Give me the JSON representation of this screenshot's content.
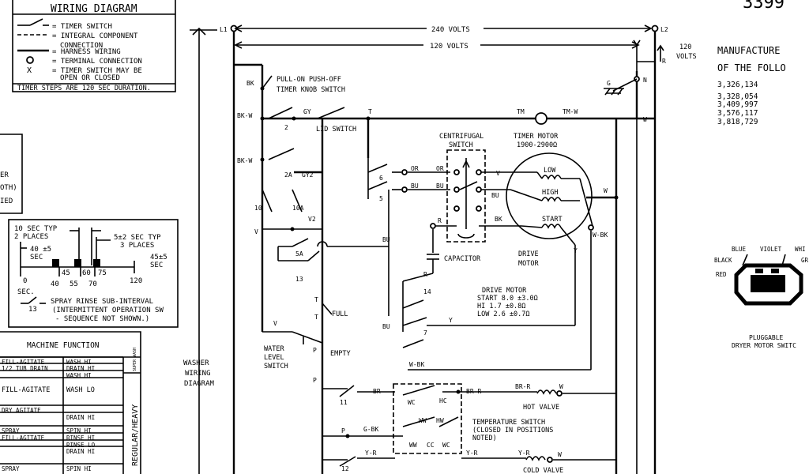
{
  "legend": {
    "title": "WIRING DIAGRAM",
    "timer_switch": "= TIMER SWITCH",
    "integral_component": "= INTEGRAL COMPONENT",
    "connection": "CONNECTION",
    "harness_wiring": "= HARNESS WIRING",
    "terminal_connection": "= TERMINAL CONNECTION",
    "x_symbol": "X",
    "timer_open_1": "= TIMER SWITCH MAY BE",
    "timer_open_2": "OPEN OR CLOSED",
    "timer_steps": "TIMER STEPS ARE 120 SEC DURATION."
  },
  "part_number": "3399",
  "side_fragments": [
    "ER",
    "OTH)",
    "IED"
  ],
  "timing": {
    "sec10": "10 SEC TYP",
    "places2": "2 PLACES",
    "sec40a": "40 ±5",
    "sec40b": "SEC",
    "sec5": "5±2 SEC TYP",
    "places3": "3 PLACES",
    "sec45a": "45±5",
    "sec45b": "SEC",
    "ticks": [
      "0",
      "40",
      "55",
      "70",
      "120"
    ],
    "inner": [
      "45",
      "60",
      "75"
    ],
    "sec_unit": "SEC.",
    "sw13": "13",
    "note1": "SPRAY RINSE SUB-INTERVAL",
    "note2": "(INTERMITTENT OPERATION SW",
    "note3": "- SEQUENCE NOT SHOWN.)"
  },
  "machine_function": {
    "title": "MACHINE FUNCTION",
    "rows": [
      {
        "left": "FILL-AGITATE",
        "right": "WASH HI"
      },
      {
        "left": "1/2 TUB DRAIN",
        "right": "DRAIN HI"
      },
      {
        "left": "",
        "right": "WASH HI"
      },
      {
        "left": "FILL-AGITATE",
        "right": "WASH LO"
      },
      {
        "left": "DRY AGITATE",
        "right": ""
      },
      {
        "left": "",
        "right": "DRAIN HI"
      },
      {
        "left": "SPRAY",
        "right": "SPIN HI"
      },
      {
        "left": "FILL-AGITATE",
        "right": "RINSE HI"
      },
      {
        "left": "",
        "right": "RINSE LO"
      },
      {
        "left": "",
        "right": "DRAIN HI"
      },
      {
        "left": "SPRAY",
        "right": "SPIN HI"
      }
    ],
    "side_label": "REGULAR/HEAVY",
    "small_label": "SUPER WASH"
  },
  "washer_label": [
    "WASHER",
    "WIRING",
    "DIAGRAM"
  ],
  "voltage": {
    "l1": "L1",
    "l2": "L2",
    "v240": "240 VOLTS",
    "v120": "120 VOLTS",
    "side120a": "120",
    "side120b": "VOLTS",
    "r": "R",
    "n": "N",
    "w": "W"
  },
  "labels": {
    "pull_on_1": "PULL-ON PUSH-OFF",
    "pull_on_2": "TIMER KNOB SWITCH",
    "lid_switch": "LID SWITCH",
    "timer_motor": "TIMER MOTOR",
    "timer_motor_ohms": "1900-2900Ω",
    "centrifugal": "CENTRIFUGAL",
    "switch": "SWITCH",
    "capacitor": "CAPACITOR",
    "drive_motor_1": "DRIVE",
    "drive_motor_2": "MOTOR",
    "low": "LOW",
    "high": "HIGH",
    "start": "START",
    "dm_spec_title": "DRIVE MOTOR",
    "dm_spec_start": "START 8.0 ±3.0Ω",
    "dm_spec_hi": "HI      1.7 ±0.8Ω",
    "dm_spec_lo": "LOW     2.6 ±0.7Ω",
    "full": "FULL",
    "empty": "EMPTY",
    "water_level_1": "WATER",
    "water_level_2": "LEVEL",
    "water_level_3": "SWITCH",
    "hot_valve": "HOT VALVE",
    "cold_valve": "COLD VALVE",
    "temp_1": "TEMPERATURE SWITCH",
    "temp_2": "(CLOSED IN POSITIONS",
    "temp_3": "NOTED)",
    "wc": "WC",
    "hc": "HC",
    "ww": "WW",
    "hw": "HW",
    "cc": "CC"
  },
  "wire_tags": {
    "bk": "BK",
    "bkw1": "BK-W",
    "bkw2": "BK-W",
    "gy": "GY",
    "gy2": "GY2",
    "t": "T",
    "tm": "TM",
    "tmw": "TM-W",
    "n2": "2",
    "n2a": "2A",
    "n10": "10",
    "n10a": "10A",
    "v2": "V2",
    "v": "V",
    "n5a": "5A",
    "n13": "13",
    "n6": "6",
    "n5": "5",
    "or1": "OR",
    "or2": "OR",
    "bu1": "BU",
    "bu2": "BU",
    "bu3": "BU",
    "bu4": "BU",
    "bu5": "BU",
    "r1": "R",
    "r2": "R",
    "bk2": "BK",
    "v3": "V",
    "w1": "W",
    "wbk": "W-BK",
    "y1": "Y",
    "n14": "14",
    "n7": "7",
    "y2": "Y",
    "wbk2": "W-BK",
    "t2": "T",
    "t3": "T",
    "v4": "V",
    "p1": "P",
    "p2": "P",
    "n11": "11",
    "br1": "BR",
    "br2": "BR-R",
    "br3": "BR-R",
    "w2": "W",
    "p3": "P",
    "gbk": "G-BK",
    "n12": "12",
    "yr1": "Y-R",
    "yr2": "Y-R",
    "yr3": "Y-R",
    "w3": "W",
    "g": "G",
    "n3": "N",
    "w4": "W"
  },
  "patents": {
    "title1": "MANUFACTURE",
    "title2": "OF THE FOLLO",
    "numbers": [
      "3,326,134",
      "3,328,054",
      "3,409,997",
      "3,576,117",
      "3,818,729"
    ]
  },
  "plug": {
    "blue": "BLUE",
    "violet": "VIOLET",
    "white": "WHI",
    "black": "BLACK",
    "green": "GR",
    "red": "RED",
    "label1": "PLUGGABLE",
    "label2": "DRYER MOTOR SWITC"
  }
}
